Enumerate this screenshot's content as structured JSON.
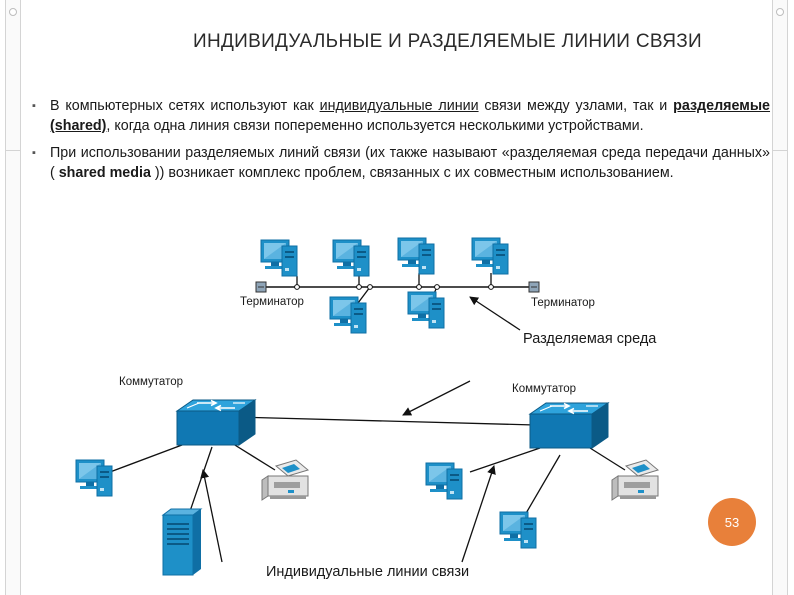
{
  "slide": {
    "title": "ИНДИВИДУАЛЬНЫЕ И РАЗДЕЛЯЕМЫЕ ЛИНИИ СВЯЗИ",
    "page_number": "53"
  },
  "bullets": [
    {
      "t1": "В компьютерных сетях используют как ",
      "t2": "индивидуальные линии",
      "t3": " связи между узлами, так и ",
      "t4": "разделяемые (shared)",
      "t5": ", когда одна линия связи попеременно используется несколькими устройствами."
    },
    {
      "t1": "При использовании разделяемых линий связи (их также называют «разделяемая среда передачи данных» ( ",
      "t2": "shared media",
      "t3": " )) возникает комплекс проблем, связанных с их совместным использованием."
    }
  ],
  "diagram": {
    "terminator_left": "Терминатор",
    "terminator_right": "Терминатор",
    "shared_medium": "Разделяемая среда",
    "switch_left": "Коммутатор",
    "switch_right": "Коммутатор",
    "individual_lines": "Индивидуальные линии связи"
  },
  "colors": {
    "device_blue": "#1e90c8",
    "device_dark": "#0f6fa5",
    "page_badge": "#e8803a"
  }
}
